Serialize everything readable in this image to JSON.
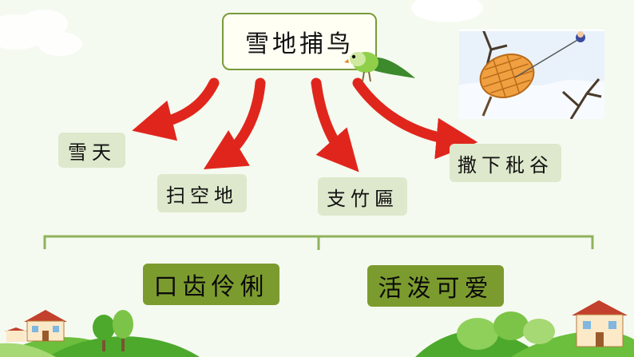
{
  "diagram": {
    "title": "雪地捕鸟",
    "steps": [
      "雪天",
      "扫空地",
      "支竹匾",
      "撒下秕谷"
    ],
    "traits": [
      "口齿伶俐",
      "活泼可爱"
    ]
  },
  "colors": {
    "background": "#f5faf0",
    "arrow": "#e0261c",
    "title_border": "#7a9a3a",
    "step_fill": "#dde8cc",
    "trait_fill": "#7c9b2f",
    "bracket": "#8fb25a"
  },
  "icons": [
    "parrot-icon",
    "snow-trap-illustration",
    "house-icon",
    "tree-icon"
  ]
}
